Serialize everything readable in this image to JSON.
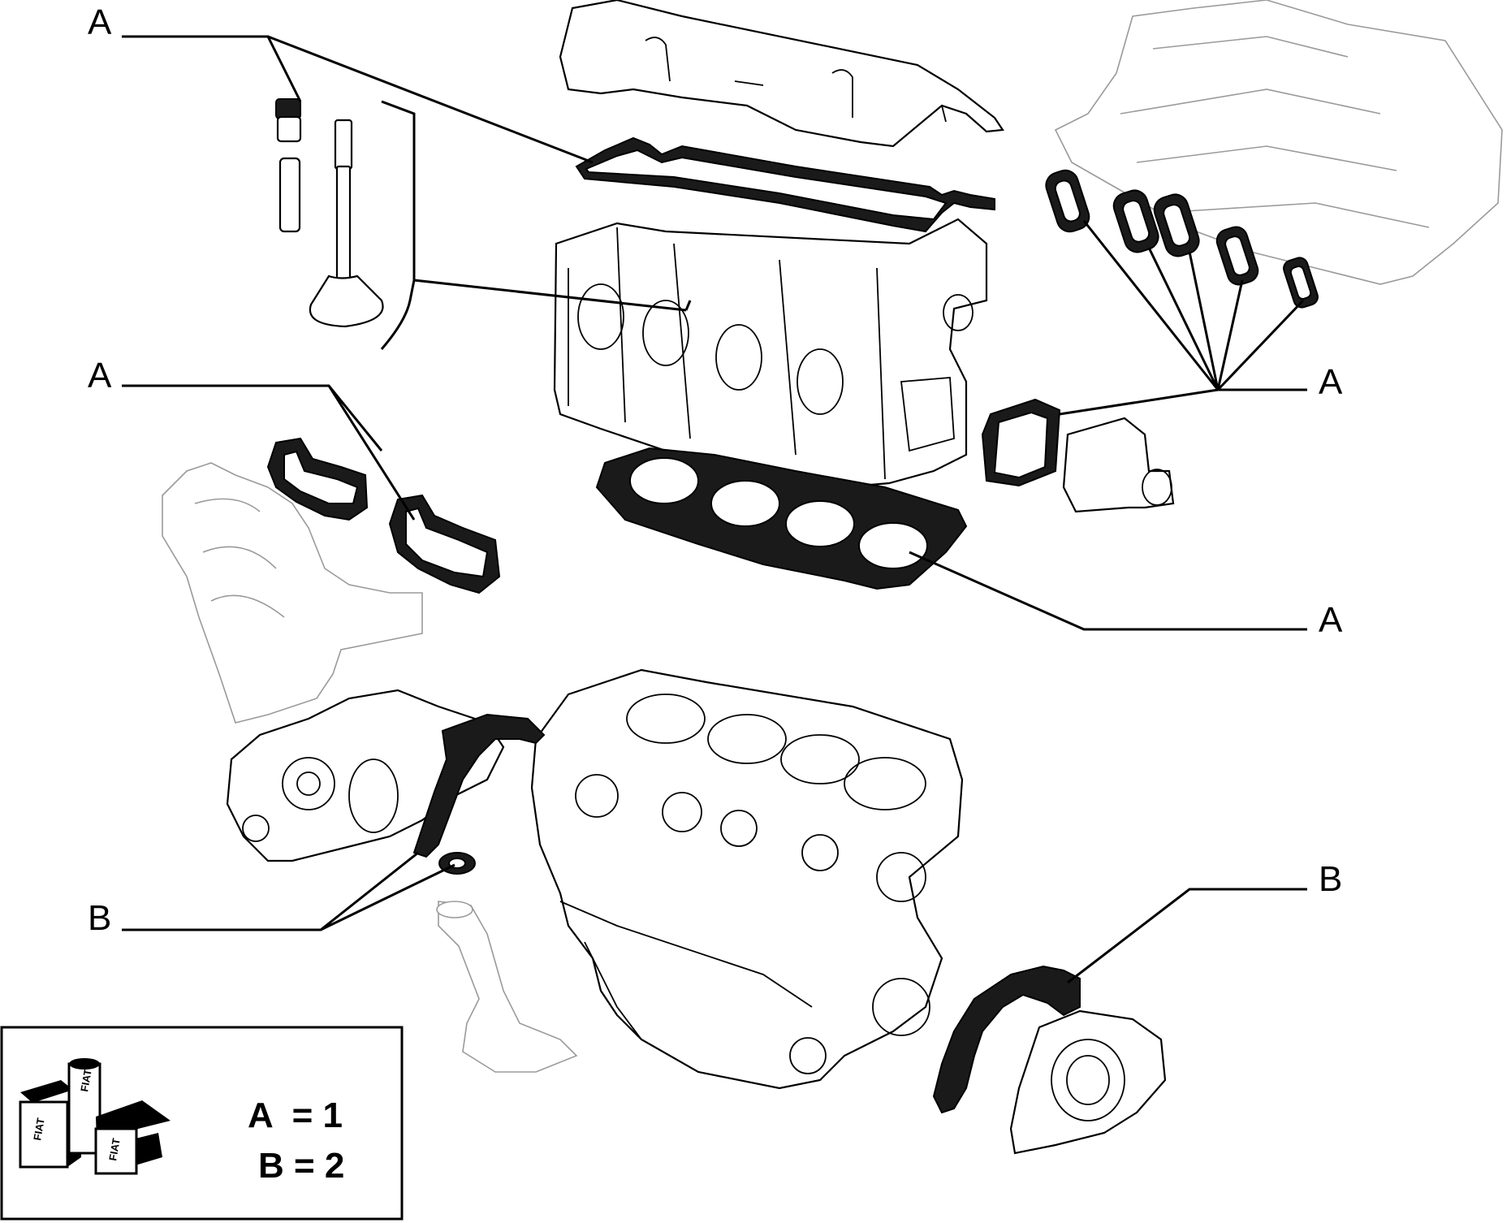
{
  "callouts": {
    "a_valve": "A",
    "a_manifold": "A",
    "a_intake": "A",
    "a_head_gasket": "A",
    "b_oil_pump": "B",
    "b_rear_seal": "B"
  },
  "legend": {
    "row_a": "A  = 1",
    "row_b": "B = 2",
    "logo_text": "FIAT"
  },
  "icons": {
    "logo": "fiat-parts-kit-logo"
  }
}
